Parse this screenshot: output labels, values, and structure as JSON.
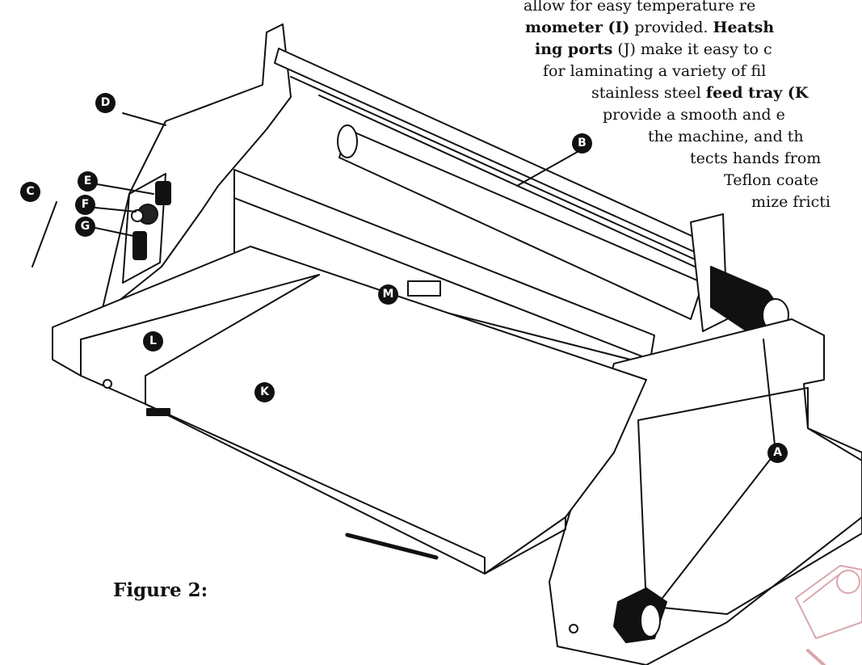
{
  "text_lines": [
    {
      "parts": [
        {
          "t": "allow for easy temperature re",
          "b": false
        }
      ]
    },
    {
      "parts": [
        {
          "t": "mometer (I)",
          "b": true
        },
        {
          "t": " provided. ",
          "b": false
        },
        {
          "t": "Heatsh",
          "b": true
        }
      ]
    },
    {
      "parts": [
        {
          "t": "ing ports",
          "b": true
        },
        {
          "t": " (J) make it easy to c",
          "b": false
        }
      ]
    },
    {
      "parts": [
        {
          "t": "for laminating a variety of fil",
          "b": false
        }
      ]
    },
    {
      "parts": [
        {
          "t": "stainless steel ",
          "b": false
        },
        {
          "t": "feed tray (K",
          "b": true
        }
      ]
    },
    {
      "parts": [
        {
          "t": "provide a smooth and e",
          "b": false
        }
      ]
    },
    {
      "parts": [
        {
          "t": "the machine, and th",
          "b": false
        }
      ]
    },
    {
      "parts": [
        {
          "t": "tects hands from",
          "b": false
        }
      ]
    },
    {
      "parts": [
        {
          "t": "Teflon coate",
          "b": false
        }
      ]
    },
    {
      "parts": [
        {
          "t": "mize fricti",
          "b": false
        }
      ]
    }
  ],
  "figure_caption": "Figure 2:",
  "callouts": [
    "A",
    "B",
    "C",
    "D",
    "E",
    "F",
    "G",
    "K",
    "L",
    "M"
  ],
  "colors": {
    "ink": "#111111",
    "paper": "#ffffff",
    "watermark": "#d9a6ad"
  }
}
